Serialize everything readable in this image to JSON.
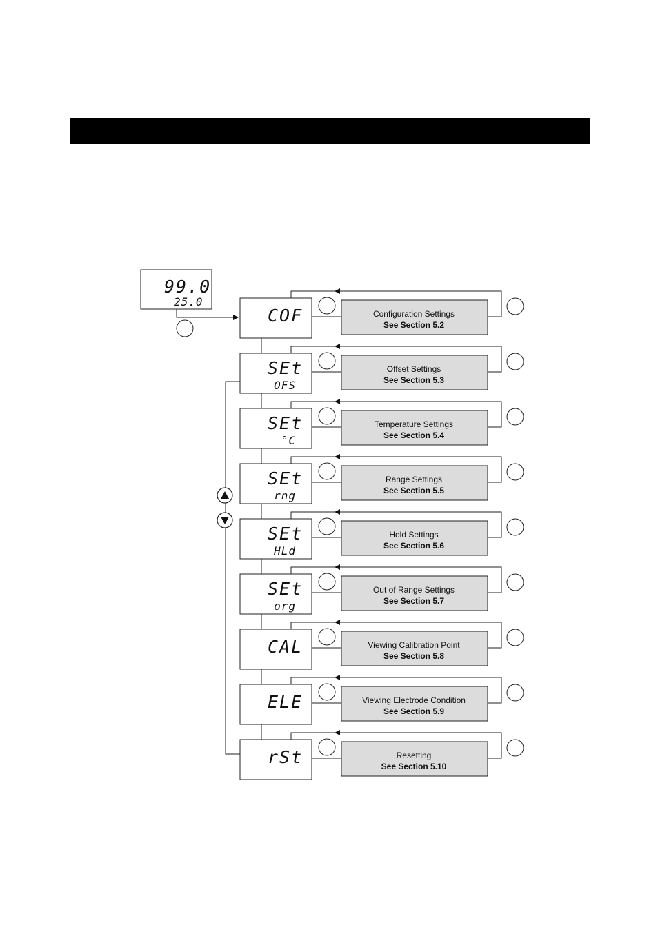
{
  "main_display": {
    "primary": "99.0",
    "secondary": "25.0"
  },
  "menu_steps": [
    {
      "display_top": "COF",
      "display_bottom": "",
      "title": "Configuration Settings",
      "section": "See Section 5.2"
    },
    {
      "display_top": "SEt",
      "display_bottom": "OFS",
      "title": "Offset Settings",
      "section": "See Section 5.3"
    },
    {
      "display_top": "SEt",
      "display_bottom": "°C",
      "title": "Temperature Settings",
      "section": "See Section 5.4"
    },
    {
      "display_top": "SEt",
      "display_bottom": "rng",
      "title": "Range Settings",
      "section": "See Section 5.5"
    },
    {
      "display_top": "SEt",
      "display_bottom": "HLd",
      "title": "Hold Settings",
      "section": "See Section 5.6"
    },
    {
      "display_top": "SEt",
      "display_bottom": "org",
      "title": "Out of Range Settings",
      "section": "See Section 5.7"
    },
    {
      "display_top": "CAL",
      "display_bottom": "",
      "title": "Viewing Calibration Point",
      "section": "See Section 5.8"
    },
    {
      "display_top": "ELE",
      "display_bottom": "",
      "title": "Viewing Electrode Condition",
      "section": "See Section 5.9"
    },
    {
      "display_top": "rSt",
      "display_bottom": "",
      "title": "Resetting",
      "section": "See Section 5.10"
    }
  ],
  "navigation_icons": [
    "up-arrow-icon",
    "down-arrow-icon"
  ],
  "colors": {
    "header_bar": "#000000",
    "setting_box_fill": "#dcdcdc",
    "line": "#222222"
  }
}
